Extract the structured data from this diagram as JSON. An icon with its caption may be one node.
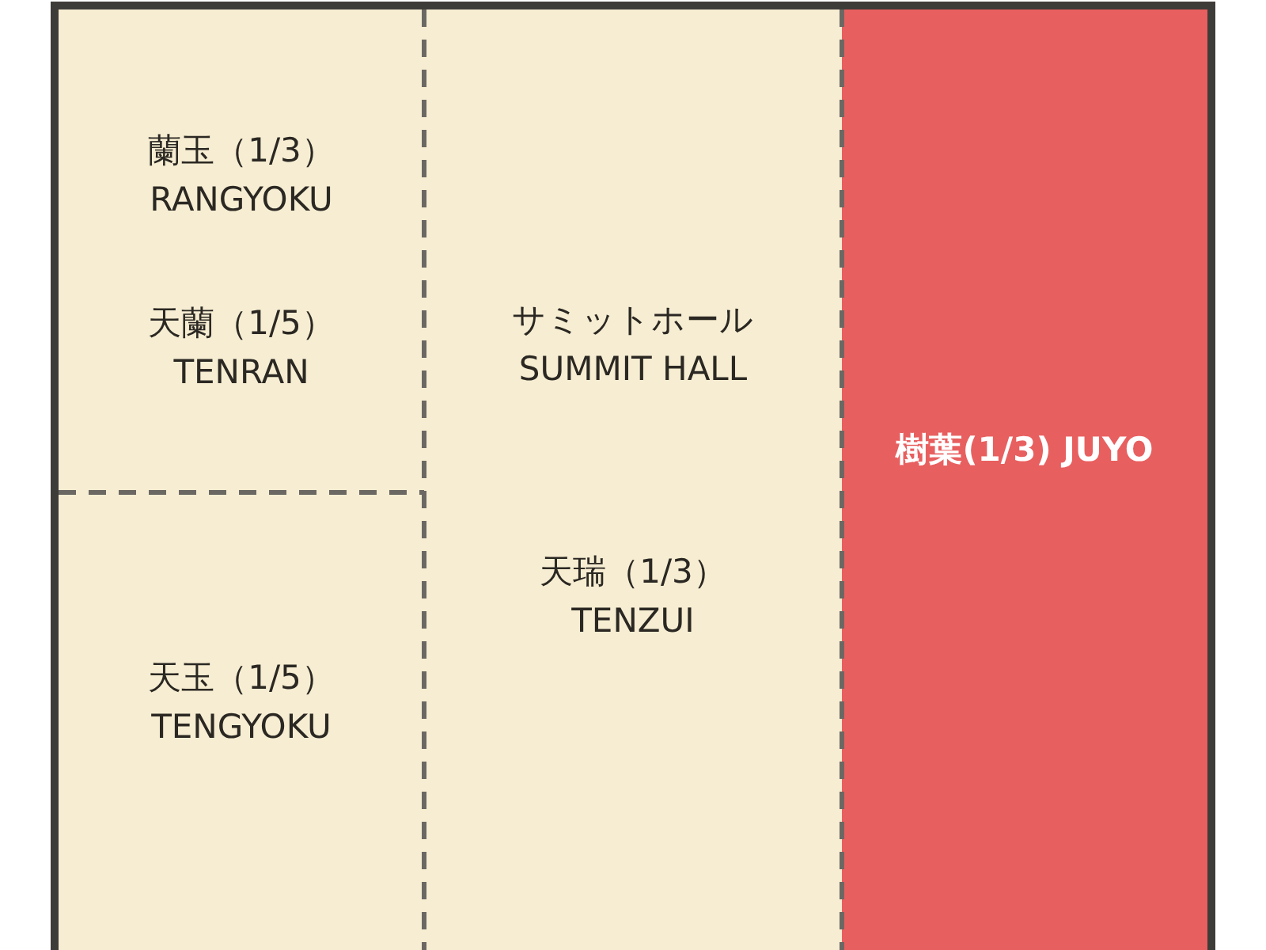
{
  "diagram": {
    "nodes": [
      {
        "text": [
          "蘭玉（1/3） RANGYOKU",
          "天蘭（1/5） TENRAN"
        ]
      },
      {
        "text": [
          "天玉（1/5） TENGYOKU"
        ]
      },
      {
        "text": [
          "サミットホール SUMMIT HALL",
          "天瑞（1/3） TENZUI"
        ]
      },
      {
        "text": [
          "樹葉(1/3) JUYO"
        ]
      }
    ]
  }
}
